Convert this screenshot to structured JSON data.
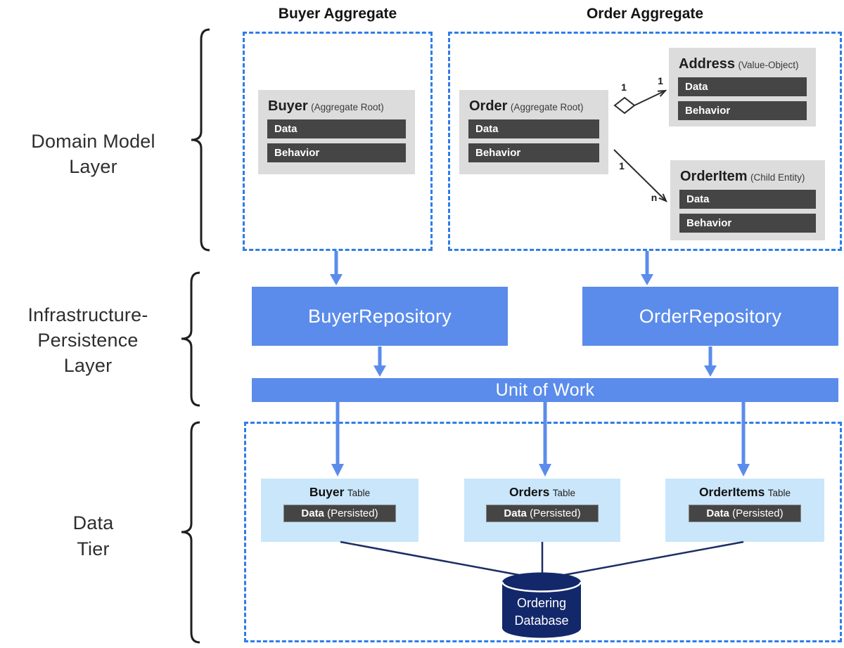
{
  "colors": {
    "solid_blue": "#5b8ceb",
    "dashed_border_blue": "#2e7de8",
    "light_blue_table": "#c9e6fa",
    "card_gray": "#dcdcdc",
    "bar_dark_gray": "#454545",
    "navy": "#13286b"
  },
  "layer_labels": {
    "domain": "Domain Model\nLayer",
    "infrastructure": "Infrastructure-\nPersistence\nLayer",
    "data": "Data\nTier"
  },
  "aggregate_headers": {
    "buyer": "Buyer Aggregate",
    "order": "Order Aggregate"
  },
  "domain_cards": {
    "buyer": {
      "name": "Buyer",
      "stereotype": "(Aggregate Root)",
      "rows": [
        "Data",
        "Behavior"
      ]
    },
    "order": {
      "name": "Order",
      "stereotype": "(Aggregate Root)",
      "rows": [
        "Data",
        "Behavior"
      ]
    },
    "address": {
      "name": "Address",
      "stereotype": "(Value-Object)",
      "rows": [
        "Data",
        "Behavior"
      ]
    },
    "orderitem": {
      "name": "OrderItem",
      "stereotype": "(Child Entity)",
      "rows": [
        "Data",
        "Behavior"
      ]
    }
  },
  "relations": {
    "order_address": {
      "from": "1",
      "to": "1"
    },
    "order_orderitem": {
      "from": "1",
      "to": "n"
    }
  },
  "infrastructure": {
    "buyer_repository": "BuyerRepository",
    "order_repository": "OrderRepository",
    "unit_of_work": "Unit of Work"
  },
  "data_tier": {
    "tables": [
      {
        "name": "Buyer",
        "suffix": "Table",
        "row_bold": "Data",
        "row_rest": "(Persisted)"
      },
      {
        "name": "Orders",
        "suffix": "Table",
        "row_bold": "Data",
        "row_rest": "(Persisted)"
      },
      {
        "name": "OrderItems",
        "suffix": "Table",
        "row_bold": "Data",
        "row_rest": "(Persisted)"
      }
    ],
    "database": "Ordering\nDatabase"
  }
}
